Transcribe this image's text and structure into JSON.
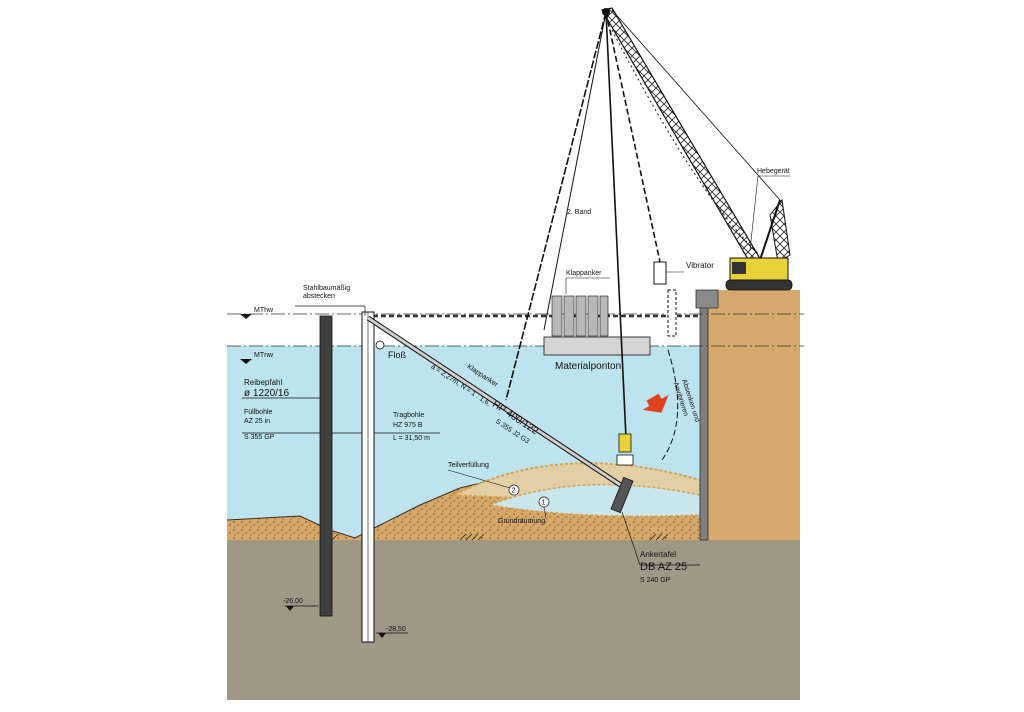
{
  "labels": {
    "mthw": "MThw",
    "mtnw": "MTnw",
    "stahlbau_1": "Stahlbaumäßig",
    "stahlbau_2": "abstecken",
    "floss": "Floß",
    "reibepfahl_1": "Reibepfahl",
    "reibepfahl_2": "ø 1220/16",
    "fuellbohle_1": "Füllbohle",
    "fuellbohle_2": "AZ 25 in",
    "fuellbohle_3": "S 355 GP",
    "tragbohle_1": "Tragbohle",
    "tragbohle_2": "HZ 975 B",
    "tragbohle_3": "L = 31,50 m",
    "klappanker_diag": "Klappanker",
    "klappanker_spec1": "a = 2,27m, N = 1 : 1,6,",
    "klappanker_spec2": "HP 400/122",
    "klappanker_spec3": "S 355 J2 G3",
    "klappanker_top": "Klappanker",
    "materialponton": "Materialponton",
    "band": "2. Band",
    "hebegeraet": "Hebegerät",
    "vibrator": "Vibrator",
    "absenken_1": "Absenken und",
    "absenken_2": "Anvibrieren",
    "teilverfuellung": "Teilverfüllung",
    "grundraeumung": "Grundräumung",
    "circle_2": "2",
    "circle_1": "1",
    "ankertafel_1": "Ankertafel",
    "ankertafel_2": "DB AZ 25",
    "ankertafel_3": "S 240 GP",
    "level_26": "-26,00",
    "level_28": "-28,50"
  },
  "colors": {
    "water": "#bde3ee",
    "soil_bottom": "#9e9885",
    "fill_sand": "#d7a868",
    "quay": "#d6a86b",
    "crane_yellow": "#e7d23a",
    "arrow_red": "#e0421f"
  }
}
